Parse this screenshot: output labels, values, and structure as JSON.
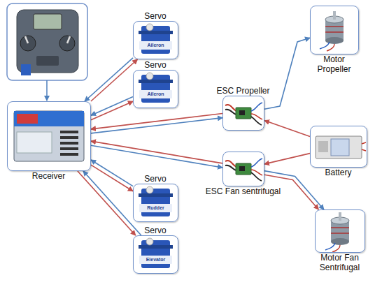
{
  "diagram": {
    "nodes": [
      {
        "text": [
          "Receiver"
        ]
      },
      {
        "text": [
          "Servo",
          "Aileron"
        ]
      },
      {
        "text": [
          "Servo",
          "Aileron"
        ]
      },
      {
        "text": [
          "Servo",
          "Rudder"
        ]
      },
      {
        "text": [
          "Servo",
          "Elevator"
        ]
      },
      {
        "text": [
          "ESC Propeller"
        ]
      },
      {
        "text": [
          "ESC Fan sentrifugal"
        ]
      },
      {
        "text": [
          "Motor Propeller"
        ]
      },
      {
        "text": [
          "Battery"
        ]
      },
      {
        "text": [
          "Motor Fan Sentrifugal"
        ]
      }
    ],
    "edges": [
      {
        "from": 0,
        "to": 1,
        "arrow": "to"
      },
      {
        "from": 1,
        "to": 0,
        "arrow": "to"
      },
      {
        "from": 0,
        "to": 2,
        "arrow": "to"
      },
      {
        "from": 2,
        "to": 0,
        "arrow": "to"
      },
      {
        "from": 0,
        "to": 3,
        "arrow": "to"
      },
      {
        "from": 3,
        "to": 0,
        "arrow": "to"
      },
      {
        "from": 0,
        "to": 4,
        "arrow": "to"
      },
      {
        "from": 4,
        "to": 0,
        "arrow": "to"
      },
      {
        "from": 0,
        "to": 5,
        "arrow": "to"
      },
      {
        "from": 5,
        "to": 0,
        "arrow": "to"
      },
      {
        "from": 0,
        "to": 6,
        "arrow": "to"
      },
      {
        "from": 6,
        "to": 0,
        "arrow": "to"
      },
      {
        "from": 5,
        "to": 7,
        "arrow": "to"
      },
      {
        "from": 8,
        "to": 5,
        "arrow": "to"
      },
      {
        "from": 8,
        "to": 6,
        "arrow": "to"
      },
      {
        "from": 6,
        "to": 9,
        "arrow": "to"
      },
      {
        "from": 6,
        "to": 9,
        "arrow": "to"
      }
    ]
  }
}
